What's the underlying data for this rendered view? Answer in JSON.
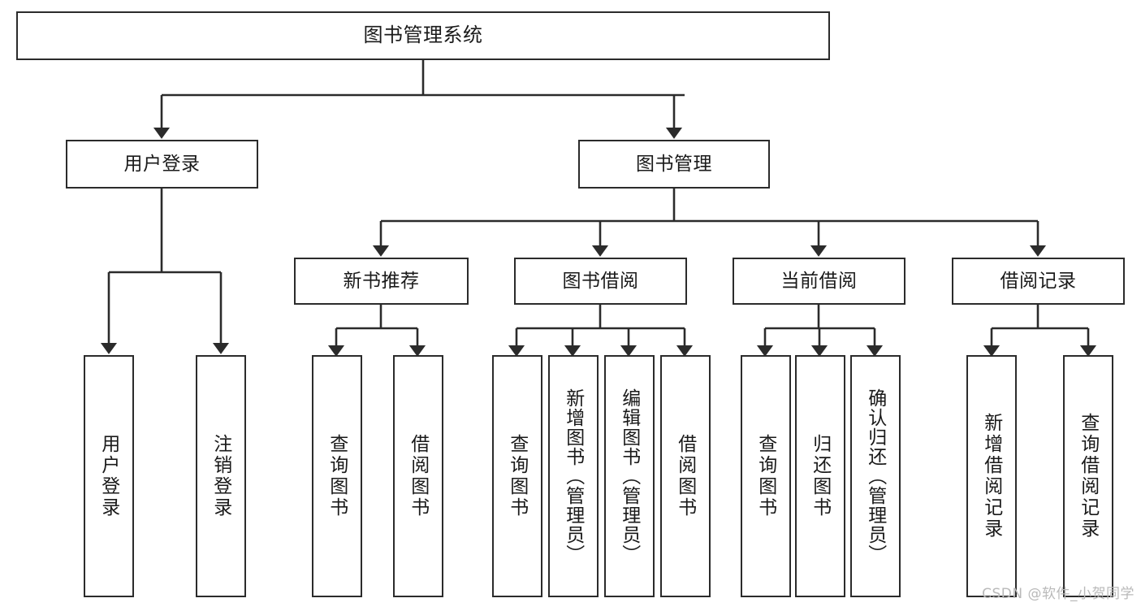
{
  "diagram": {
    "title": "图书管理系统",
    "watermark": "CSDN @软件_小贺同学",
    "colors": {
      "background": "#ffffff",
      "stroke": "#2b2b2b",
      "text": "#1a1a1a",
      "watermark": "#b9b9b9"
    },
    "nodes": {
      "root": {
        "label": "图书管理系统"
      },
      "level1": [
        {
          "label": "用户登录"
        },
        {
          "label": "图书管理"
        }
      ],
      "level2": [
        {
          "label": "新书推荐"
        },
        {
          "label": "图书借阅"
        },
        {
          "label": "当前借阅"
        },
        {
          "label": "借阅记录"
        }
      ],
      "leaves": {
        "user_login": [
          {
            "label": "用户登录"
          },
          {
            "label": "注销登录"
          }
        ],
        "new_book_recommend": [
          {
            "label": "查询图书"
          },
          {
            "label": "借阅图书"
          }
        ],
        "book_borrow": [
          {
            "label": "查询图书"
          },
          {
            "label": "新增图书（管理员）"
          },
          {
            "label": "编辑图书（管理员）"
          },
          {
            "label": "借阅图书"
          }
        ],
        "current_borrow": [
          {
            "label": "查询图书"
          },
          {
            "label": "归还图书"
          },
          {
            "label": "确认归还（管理员）"
          }
        ],
        "borrow_record": [
          {
            "label": "新增借阅记录"
          },
          {
            "label": "查询借阅记录"
          }
        ]
      }
    }
  }
}
